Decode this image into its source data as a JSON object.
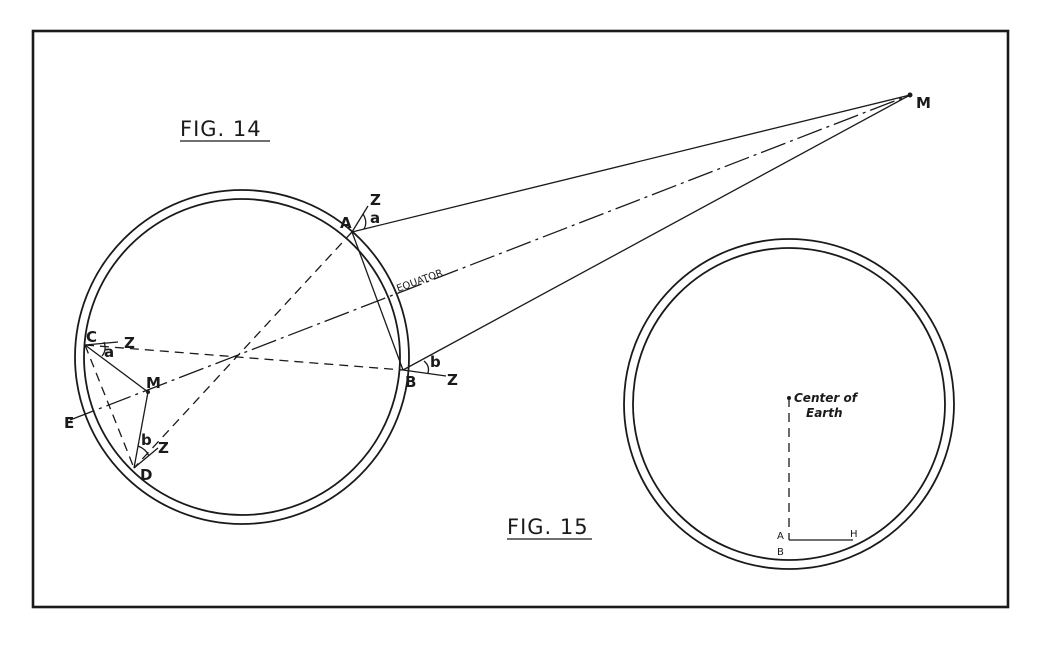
{
  "fig14": {
    "title": "FIG. 14",
    "labels": {
      "M_far": "M",
      "Z_top": "Z",
      "a_top": "a",
      "A": "A",
      "equator": "EQUATOR",
      "C": "C",
      "Z_left": "Z",
      "a_left": "a",
      "M_inner": "M",
      "E": "E",
      "b_left": "b",
      "Z_lower": "Z",
      "D": "D",
      "B": "B",
      "b_right": "b",
      "Z_right": "Z"
    }
  },
  "fig15": {
    "title": "FIG. 15",
    "center_line1": "Center of",
    "center_line2": "Earth",
    "A": "A",
    "B": "B",
    "H": "H"
  }
}
